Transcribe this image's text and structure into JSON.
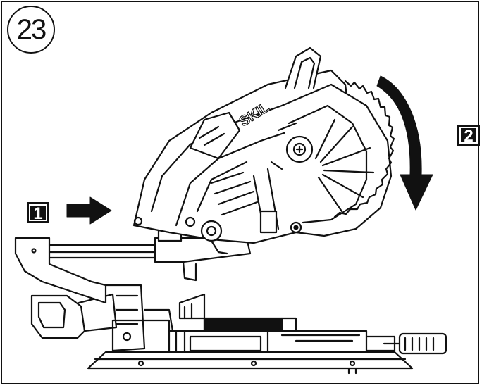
{
  "figure": {
    "number": "23"
  },
  "steps": [
    {
      "label": "1"
    },
    {
      "label": "2"
    }
  ],
  "saw": {
    "brand_text": "SKIL"
  },
  "colors": {
    "line": "#111111",
    "background": "#ffffff"
  },
  "icons": {
    "step1_arrow": "right-arrow-icon",
    "step2_arrow": "curved-down-arrow-icon"
  }
}
